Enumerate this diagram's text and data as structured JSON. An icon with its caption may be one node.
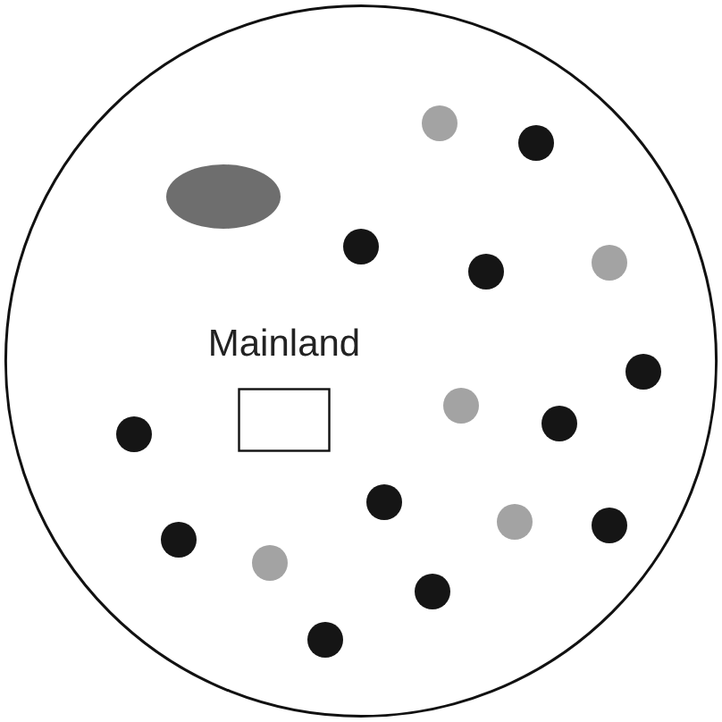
{
  "diagram": {
    "nodes": [
      {
        "text": [],
        "shape": "circle"
      },
      {
        "text": [],
        "shape": "box",
        "in": 0,
        "beside": [
          "Mainland"
        ]
      }
    ]
  }
}
